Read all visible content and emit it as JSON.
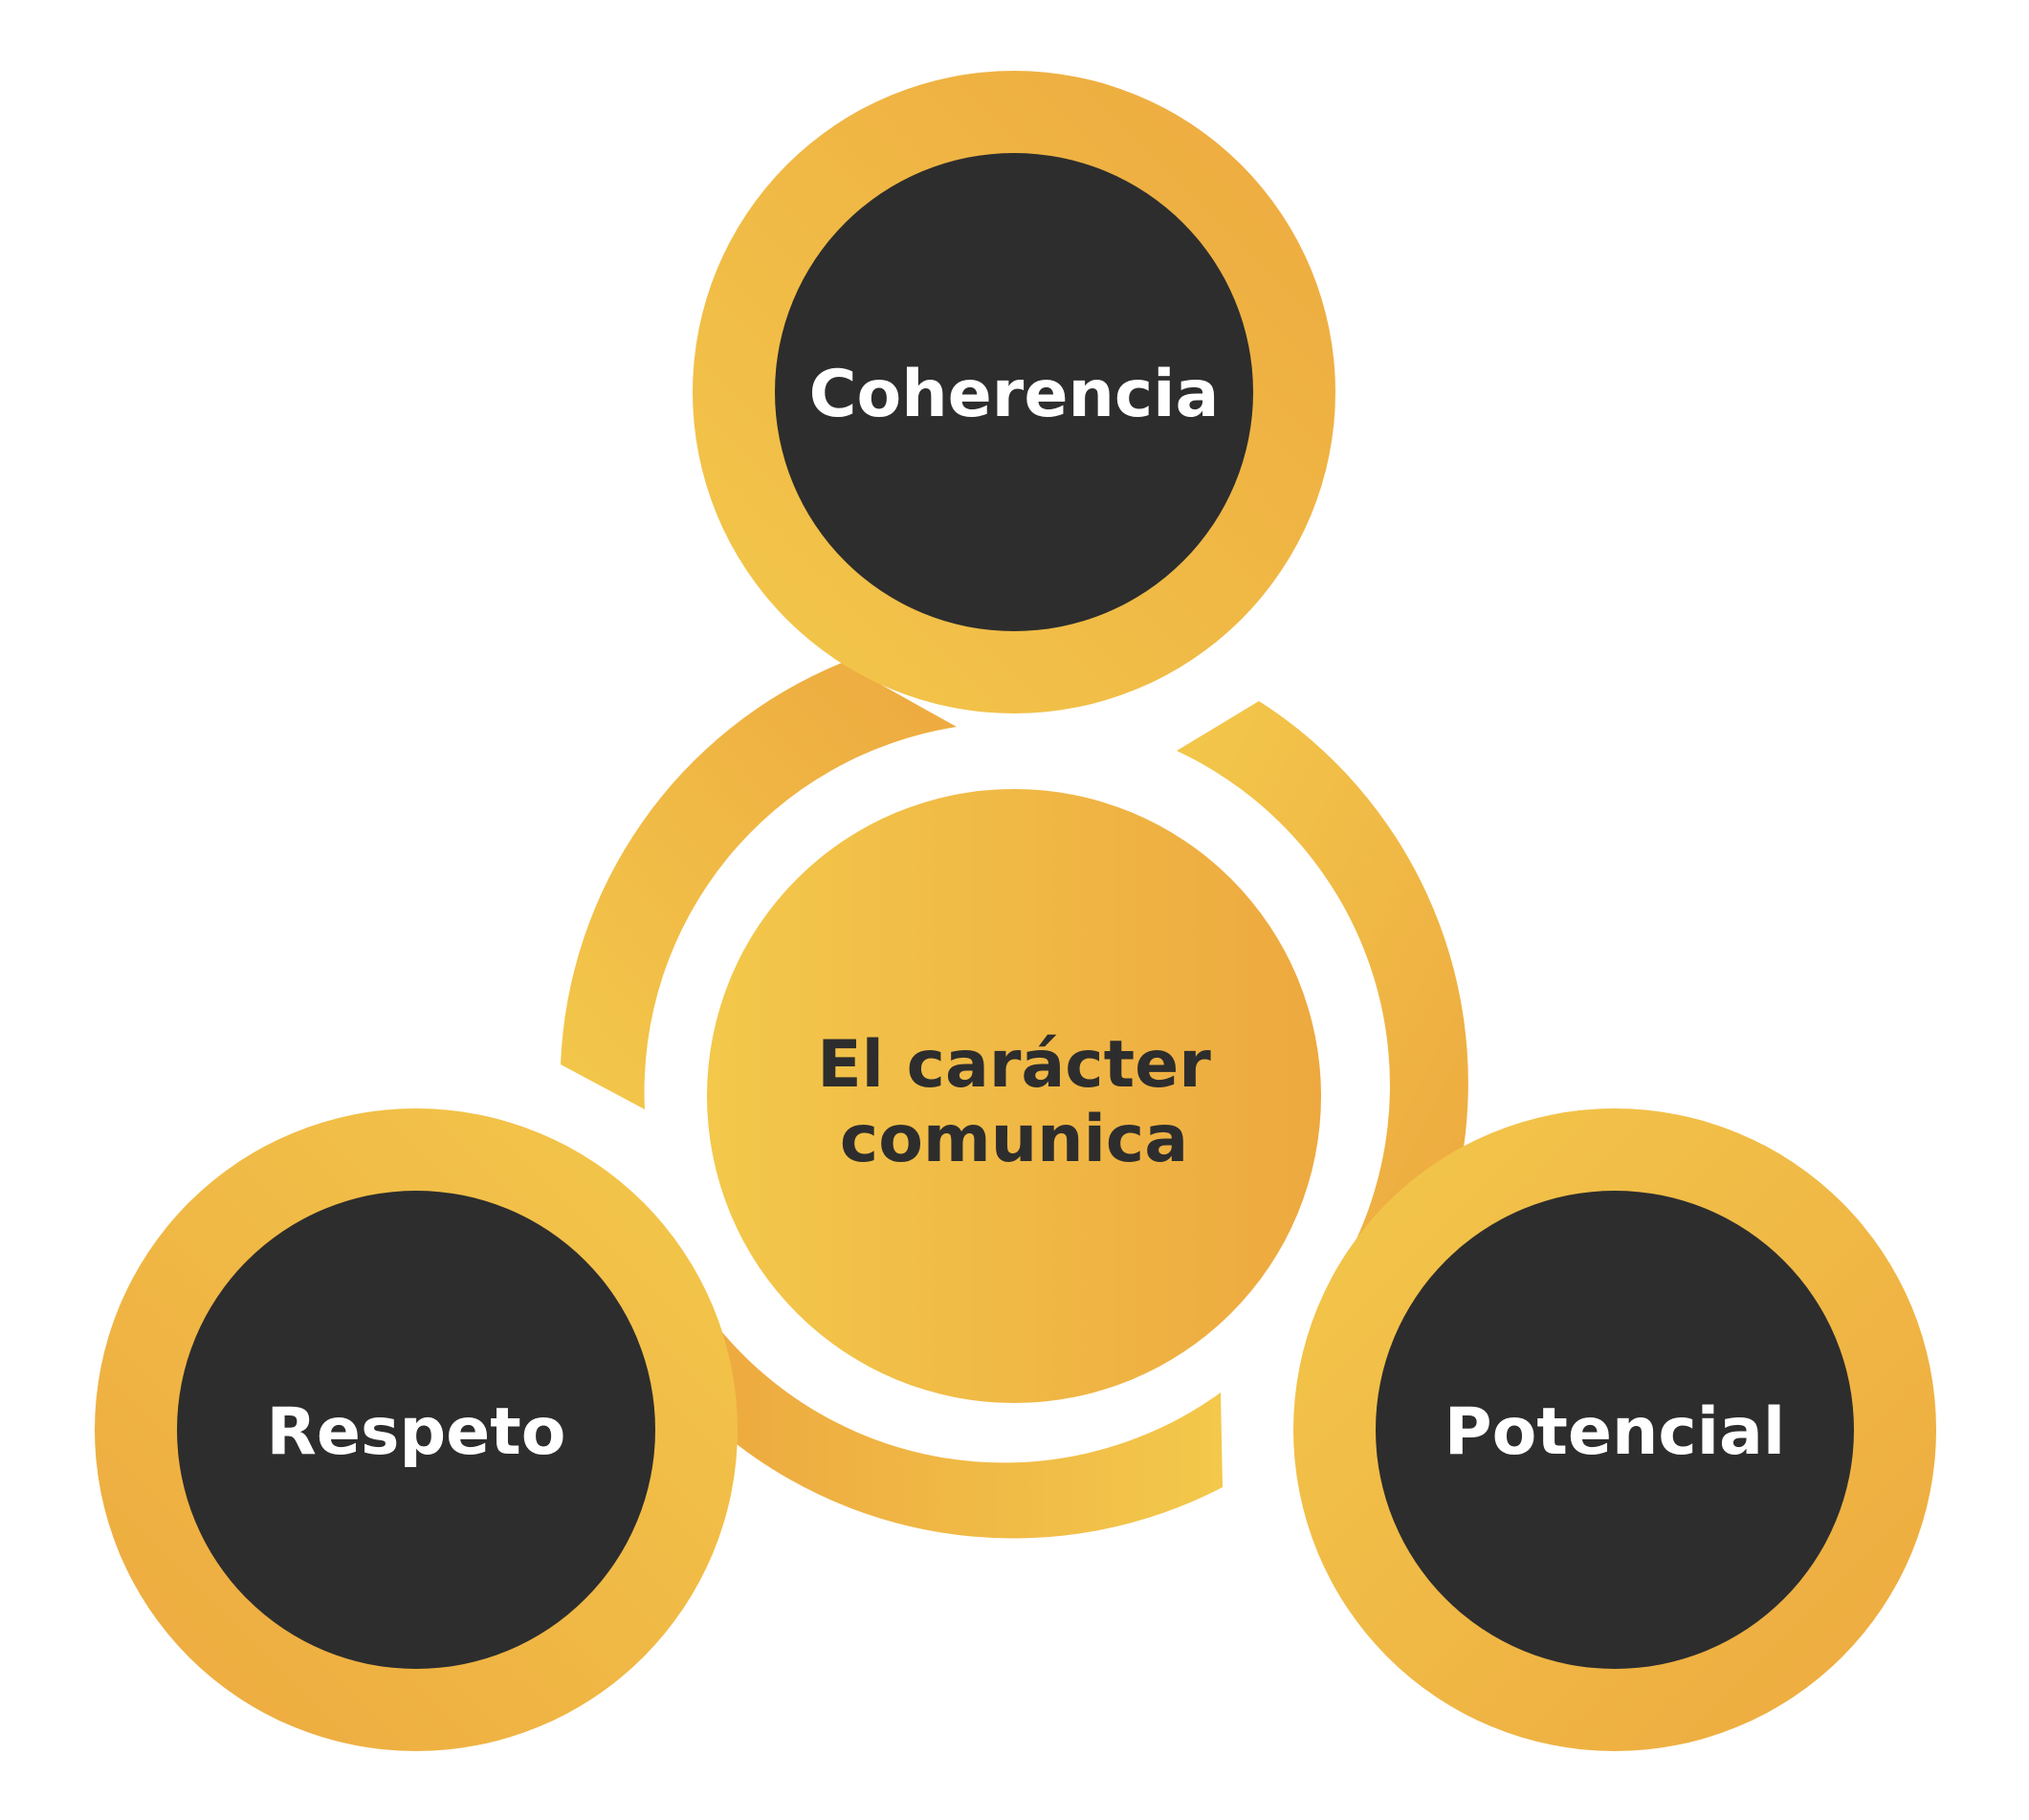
{
  "diagram": {
    "center": {
      "line1": "El carácter",
      "line2": "comunica"
    },
    "nodes": [
      {
        "id": "top",
        "label": "Coherencia"
      },
      {
        "id": "left",
        "label": "Respeto"
      },
      {
        "id": "right",
        "label": "Potencial"
      }
    ]
  },
  "colors": {
    "gold_light": "#f3c84b",
    "gold_dark": "#eda93f",
    "dark": "#2d2d2d",
    "text_light": "#ffffff",
    "background": "#ffffff"
  }
}
